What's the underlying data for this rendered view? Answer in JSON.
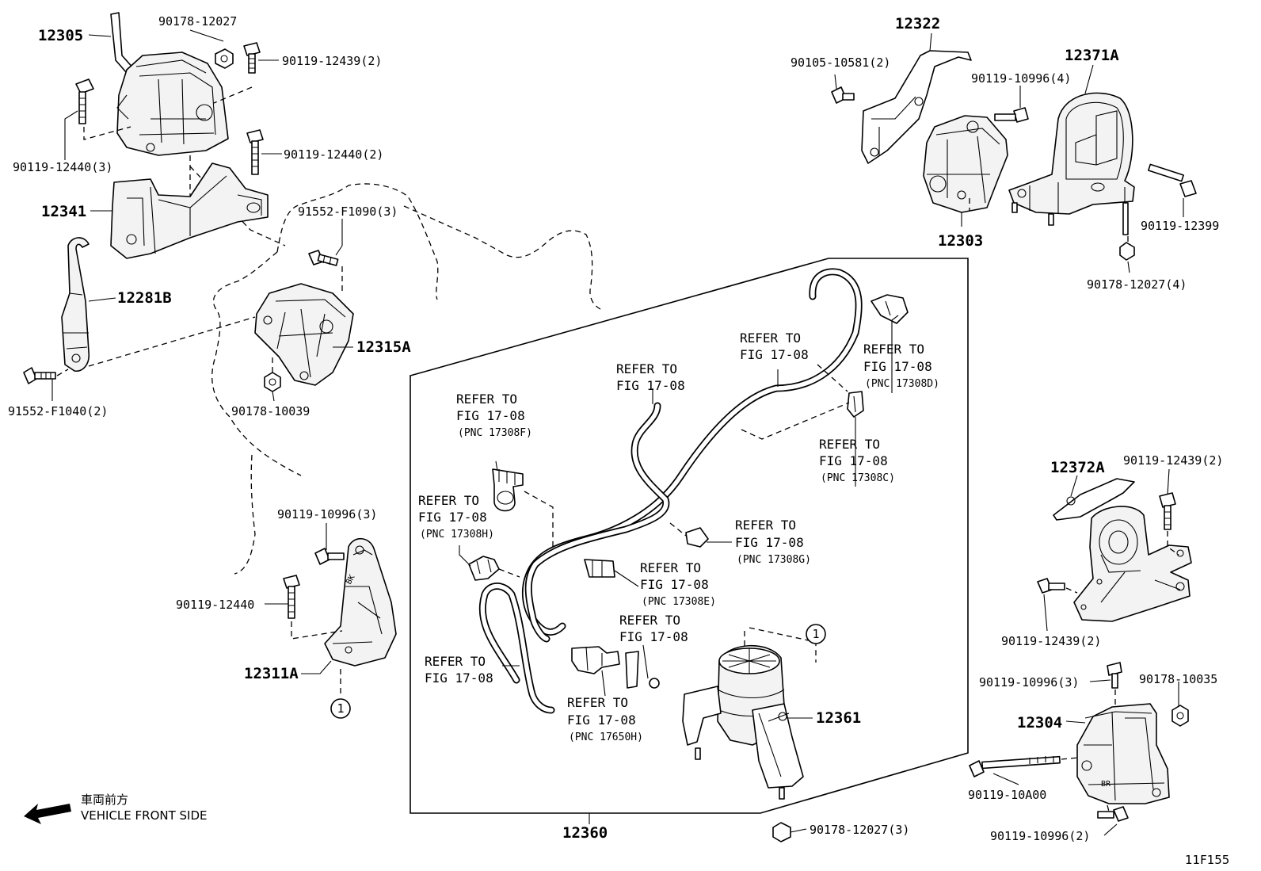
{
  "parts": {
    "p12305": "12305",
    "p90178_12027": "90178-12027",
    "p90119_12439_2a": "90119-12439(2)",
    "p90119_12440_3": "90119-12440(3)",
    "p90119_12440_2": "90119-12440(2)",
    "p12341": "12341",
    "p91552_F1090_3": "91552-F1090(3)",
    "p12281B": "12281B",
    "p12315A": "12315A",
    "p91552_F1040_2": "91552-F1040(2)",
    "p90178_10039": "90178-10039",
    "p90119_10996_3a": "90119-10996(3)",
    "p90119_12440": "90119-12440",
    "p12311A": "12311A",
    "p12322": "12322",
    "p90105_10581_2": "90105-10581(2)",
    "p12371A": "12371A",
    "p90119_10996_4": "90119-10996(4)",
    "p12303": "12303",
    "p90119_12399": "90119-12399",
    "p90178_12027_4": "90178-12027(4)",
    "p12372A": "12372A",
    "p90119_12439_2b": "90119-12439(2)",
    "p90119_12439_2c": "90119-12439(2)",
    "p90119_10996_3b": "90119-10996(3)",
    "p90178_10035": "90178-10035",
    "p12304": "12304",
    "p90119_10A00": "90119-10A00",
    "p90119_10996_2": "90119-10996(2)",
    "p12361": "12361",
    "p12360": "12360",
    "p90178_12027_3": "90178-12027(3)"
  },
  "refs": {
    "refer_to": "REFER TO",
    "fig": "FIG 17-08",
    "pnc_17308F": "(PNC 17308F)",
    "pnc_17308H": "(PNC 17308H)",
    "pnc_17308D": "(PNC 17308D)",
    "pnc_17308C": "(PNC 17308C)",
    "pnc_17308G": "(PNC 17308G)",
    "pnc_17308E": "(PNC 17308E)",
    "pnc_17650H": "(PNC 17650H)"
  },
  "callout_marker": "1",
  "footer": {
    "front_jp": "車両前方",
    "front_en": "VEHICLE FRONT SIDE",
    "figure_code": "11F155"
  }
}
